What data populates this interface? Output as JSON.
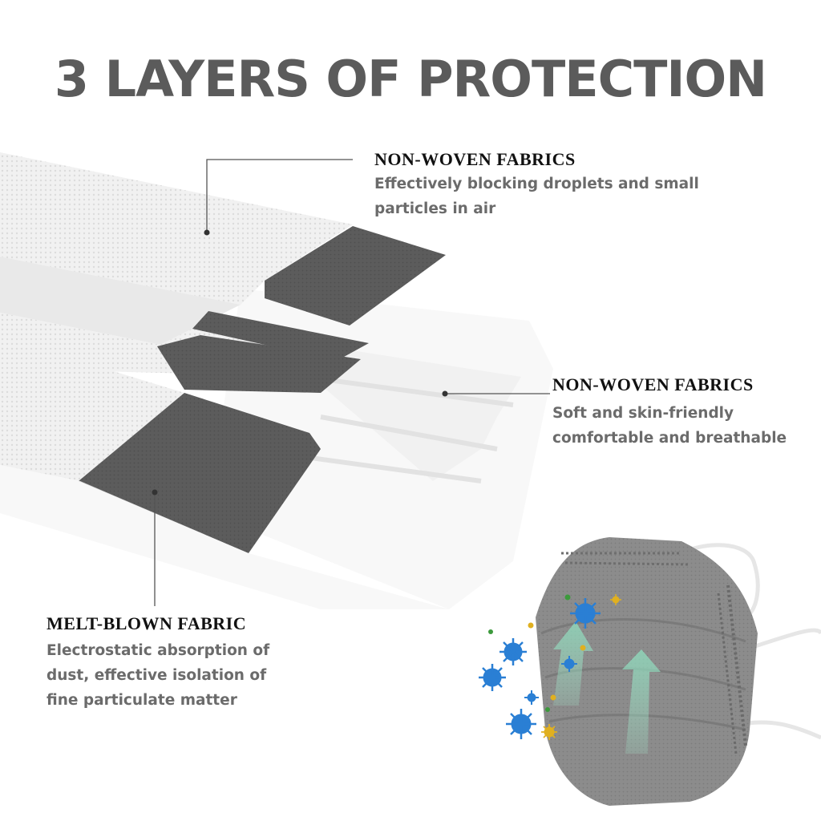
{
  "title": "3 LAYERS OF PROTECTION",
  "layers": [
    {
      "heading": "NON-WOVEN FABRICS",
      "lines": [
        "Effectively blocking droplets and small",
        "particles in air"
      ]
    },
    {
      "heading": "NON-WOVEN FABRICS",
      "lines": [
        "Soft and skin-friendly",
        "comfortable and breathable"
      ]
    },
    {
      "heading": "MELT-BLOWN FABRIC",
      "lines": [
        "Electrostatic absorption of",
        "dust, effective isolation of",
        "fine particulate matter"
      ]
    }
  ],
  "colors": {
    "title": "#5b5b5b",
    "heading": "#111111",
    "body": "#6b6b6b",
    "fabric_white": "#f2f2f2",
    "fabric_gray": "#5a5a5a",
    "mask_gray": "#8a8a8a",
    "virus_blue": "#2a7fd4",
    "particle_yellow": "#e0b020",
    "airflow_green": "#8fe0c0"
  }
}
